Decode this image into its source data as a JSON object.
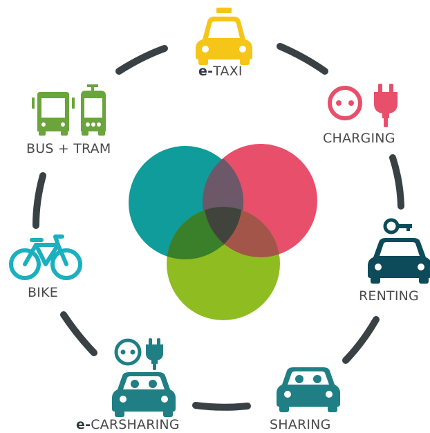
{
  "colors": {
    "ring": "#394144",
    "teal": "#0f9c9a",
    "red": "#e84f6b",
    "green": "#8fbd21",
    "taxi_yellow": "#f5c518",
    "bus_green": "#6aa43a",
    "bike_cyan": "#1ab0bf",
    "car_teal": "#1f7f84",
    "renting_navy": "#0d4a5a"
  },
  "nodes": [
    {
      "id": "e-taxi",
      "prefix": "e-",
      "label": "TAXI",
      "icon": "taxi-icon"
    },
    {
      "id": "charging",
      "prefix": "",
      "label": "CHARGING",
      "icon": "plug-socket-icon"
    },
    {
      "id": "renting",
      "prefix": "",
      "label": "RENTING",
      "icon": "car-key-icon"
    },
    {
      "id": "sharing",
      "prefix": "",
      "label": "SHARING",
      "icon": "shared-car-icon"
    },
    {
      "id": "e-carsharing",
      "prefix": "e-",
      "label": "CARSHARING",
      "icon": "electric-shared-car-icon"
    },
    {
      "id": "bike",
      "prefix": "",
      "label": "BIKE",
      "icon": "bicycle-icon"
    },
    {
      "id": "bus-tram",
      "prefix": "",
      "label": "BUS + TRAM",
      "icon": "bus-tram-icon"
    }
  ]
}
